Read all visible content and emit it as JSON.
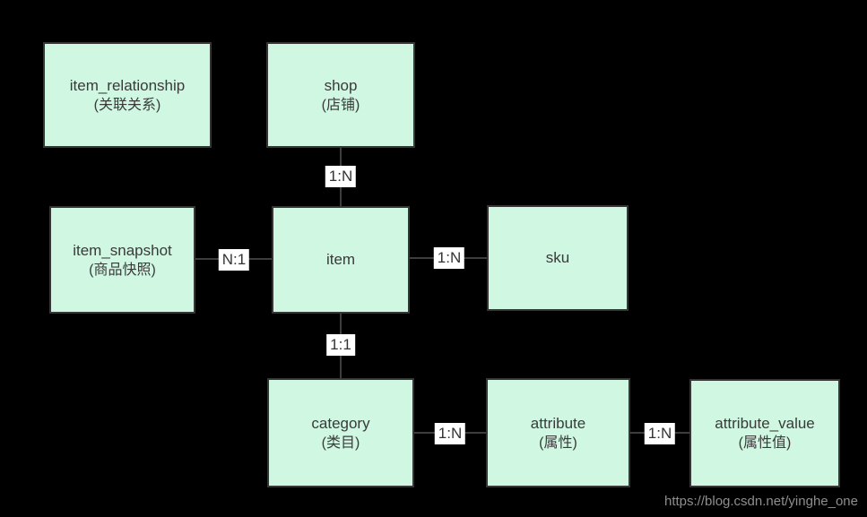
{
  "diagram": {
    "type": "entity-relationship",
    "colors": {
      "background": "#000000",
      "box_fill": "#cff7e2",
      "box_border": "#363636",
      "line": "#3d3d3d",
      "box_text": "#3a3a3a",
      "label_bg": "#ffffff",
      "label_text": "#333333",
      "watermark_text": "#8e8e8e"
    }
  },
  "entities": {
    "item_relationship": {
      "name": "item_relationship",
      "subtitle": "(关联关系)"
    },
    "shop": {
      "name": "shop",
      "subtitle": "(店铺)"
    },
    "item_snapshot": {
      "name": "item_snapshot",
      "subtitle": "(商品快照)"
    },
    "item": {
      "name": "item"
    },
    "sku": {
      "name": "sku"
    },
    "category": {
      "name": "category",
      "subtitle": "(类目)"
    },
    "attribute": {
      "name": "attribute",
      "subtitle": "(属性)"
    },
    "attribute_value": {
      "name": "attribute_value",
      "subtitle": "(属性值)"
    }
  },
  "relationships": {
    "shop_item": {
      "from": "shop",
      "to": "item",
      "label": "1:N"
    },
    "item_snapshot_item": {
      "from": "item_snapshot",
      "to": "item",
      "label": "N:1"
    },
    "item_sku": {
      "from": "item",
      "to": "sku",
      "label": "1:N"
    },
    "item_category": {
      "from": "item",
      "to": "category",
      "label": "1:1"
    },
    "category_attribute": {
      "from": "category",
      "to": "attribute",
      "label": "1:N"
    },
    "attribute_attribute_value": {
      "from": "attribute",
      "to": "attribute_value",
      "label": "1:N"
    }
  },
  "watermark": {
    "text": "https://blog.csdn.net/yinghe_one"
  }
}
